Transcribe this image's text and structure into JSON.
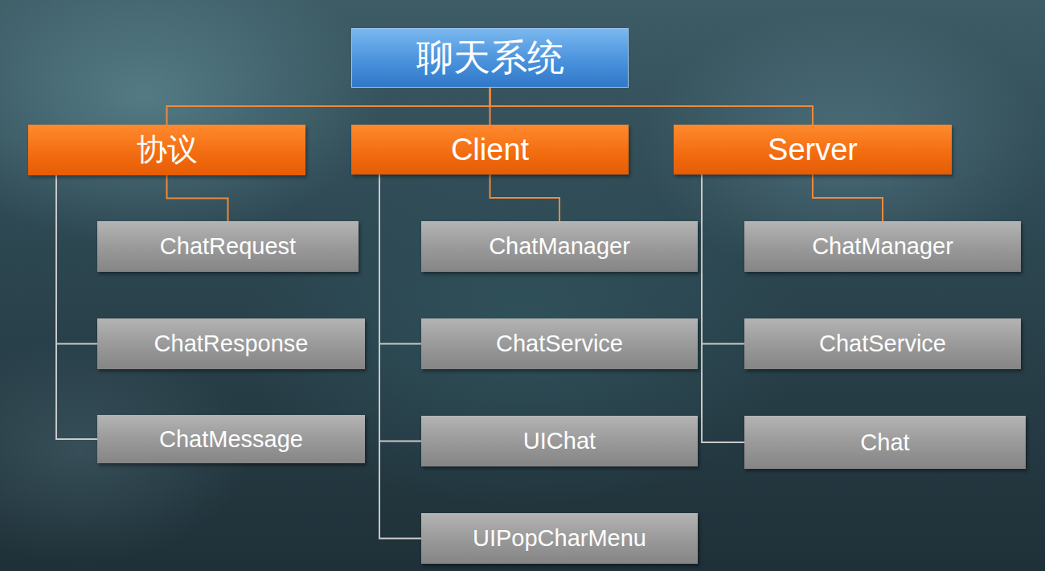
{
  "diagram": {
    "nodes": [
      {
        "text": [
          "聊天系统"
        ]
      },
      {
        "text": [
          "协议"
        ]
      },
      {
        "text": [
          "Client"
        ]
      },
      {
        "text": [
          "Server"
        ]
      },
      {
        "text": [
          "ChatRequest"
        ]
      },
      {
        "text": [
          "ChatResponse"
        ]
      },
      {
        "text": [
          "ChatMessage"
        ]
      },
      {
        "text": [
          "ChatManager"
        ]
      },
      {
        "text": [
          "ChatService"
        ]
      },
      {
        "text": [
          "UIChat"
        ]
      },
      {
        "text": [
          "UIPopCharMenu"
        ]
      },
      {
        "text": [
          "ChatManager"
        ]
      },
      {
        "text": [
          "ChatService"
        ]
      },
      {
        "text": [
          "Chat"
        ]
      }
    ],
    "edges": [
      {
        "from": 0,
        "to": 1,
        "arrow": "none"
      },
      {
        "from": 0,
        "to": 2,
        "arrow": "none"
      },
      {
        "from": 0,
        "to": 3,
        "arrow": "none"
      },
      {
        "from": 1,
        "to": 4,
        "arrow": "none"
      },
      {
        "from": 1,
        "to": 5,
        "arrow": "none"
      },
      {
        "from": 1,
        "to": 6,
        "arrow": "none"
      },
      {
        "from": 2,
        "to": 7,
        "arrow": "none"
      },
      {
        "from": 2,
        "to": 8,
        "arrow": "none"
      },
      {
        "from": 2,
        "to": 9,
        "arrow": "none"
      },
      {
        "from": 2,
        "to": 10,
        "arrow": "none"
      },
      {
        "from": 3,
        "to": 11,
        "arrow": "none"
      },
      {
        "from": 3,
        "to": 12,
        "arrow": "none"
      },
      {
        "from": 3,
        "to": 13,
        "arrow": "none"
      }
    ]
  }
}
